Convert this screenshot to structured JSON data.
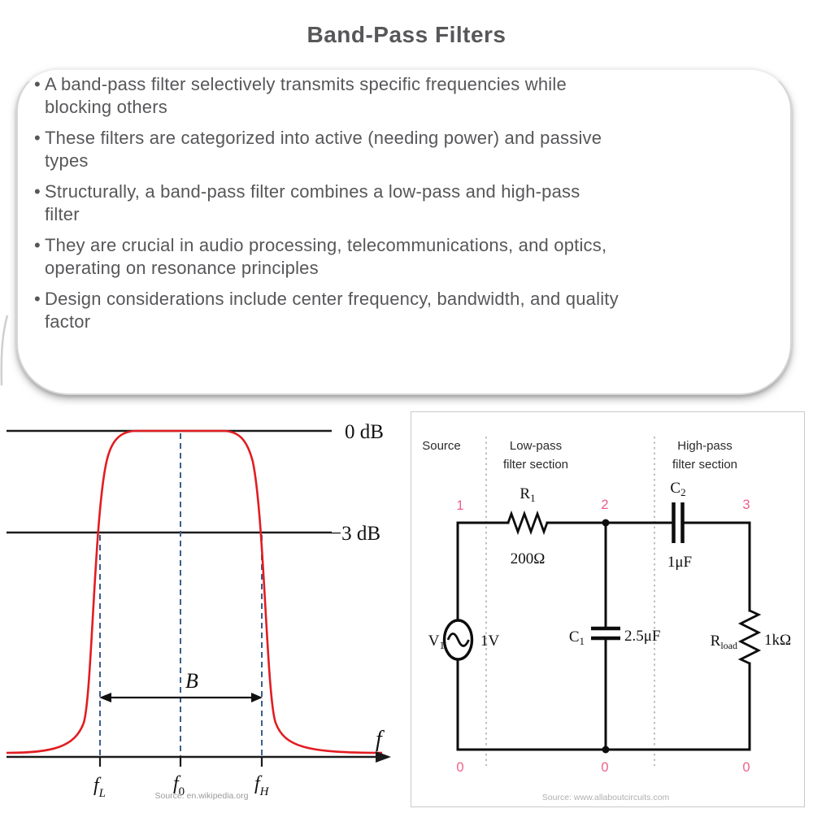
{
  "title": "Band-Pass Filters",
  "bullet_glyph": "•",
  "bullets": [
    {
      "text": "A band-pass filter selectively transmits specific frequencies while\nblocking others"
    },
    {
      "text": "These filters are categorized into active (needing power) and passive\ntypes"
    },
    {
      "text": "Structurally, a band-pass filter combines a low-pass and high-pass\nfilter"
    },
    {
      "text": "They are crucial in audio processing, telecommunications, and optics,\noperating on resonance principles"
    },
    {
      "text": "Design considerations include center frequency, bandwidth, and quality\nfactor"
    }
  ],
  "response_graph": {
    "zero_db_label": "0 dB",
    "minus3_db_label": "−3 dB",
    "bandwidth_label": "B",
    "freq_axis_label": "f",
    "f_low": {
      "base": "f",
      "sub": "L"
    },
    "f_center": {
      "base": "f",
      "sub": "0"
    },
    "f_high": {
      "base": "f",
      "sub": "H"
    },
    "source": "Source: en.wikipedia.org",
    "curve_color": "#e11d22",
    "dashed_color": "#3d5e8c"
  },
  "circuit": {
    "sections": {
      "source": "Source",
      "lowpass_line1": "Low-pass",
      "lowpass_line2": "filter section",
      "highpass_line1": "High-pass",
      "highpass_line2": "filter section"
    },
    "components": {
      "r1": {
        "base": "R",
        "sub": "1",
        "value": "200Ω"
      },
      "c2": {
        "base": "C",
        "sub": "2",
        "value": "1μF"
      },
      "c1": {
        "base": "C",
        "sub": "1",
        "value": "2.5μF"
      },
      "v1": {
        "base": "V",
        "sub": "1",
        "value": "1V"
      },
      "rload": {
        "base": "R",
        "sub": "load",
        "value": "1kΩ"
      }
    },
    "nodes": {
      "n1": "1",
      "n2": "2",
      "n3": "3",
      "grounds": [
        "0",
        "0",
        "0"
      ]
    },
    "node_color": "#ed6088",
    "source": "Source: www.allaboutcircuits.com"
  }
}
